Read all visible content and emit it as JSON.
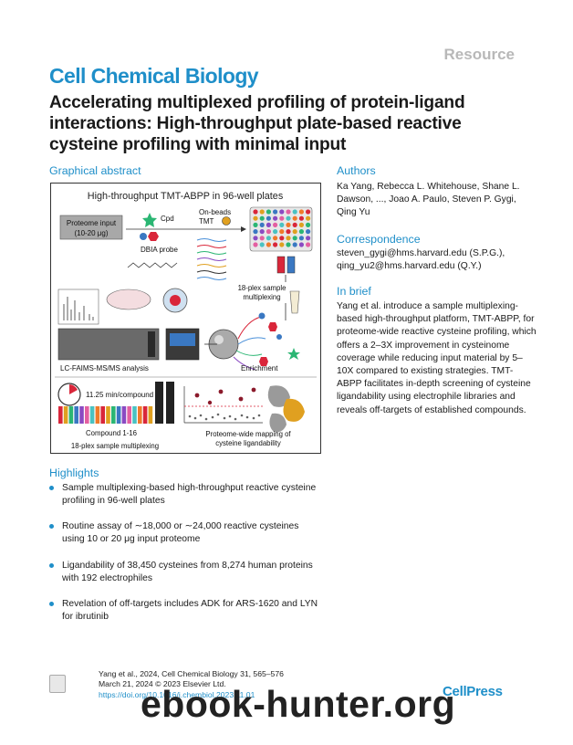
{
  "header": {
    "article_type": "Resource",
    "journal": "Cell Chemical Biology",
    "title": "Accelerating multiplexed profiling of protein-ligand interactions: High-throughput plate-based reactive cysteine profiling with minimal input"
  },
  "graphical_abstract": {
    "heading": "Graphical abstract",
    "box_title": "High-throughput TMT-ABPP in 96-well plates",
    "proteome_input_line1": "Proteome input",
    "proteome_input_line2": "(10-20 μg)",
    "cpd": "Cpd",
    "dbia_probe": "DBIA probe",
    "on_beads_line1": "On-beads",
    "on_beads_line2": "TMT",
    "sample_plex_line1": "18-plex sample",
    "sample_plex_line2": "multiplexing",
    "lc_label": "LC-FAIMS-MS/MS analysis",
    "enrichment": "Enrichment",
    "time_per_compound": "11.25 min/compound",
    "compound_range": "Compound 1-16",
    "plex_bottom": "18-plex sample multiplexing",
    "mapping_line1": "Proteome-wide mapping of",
    "mapping_line2": "cysteine ligandability"
  },
  "authors": {
    "heading": "Authors",
    "text": "Ka Yang, Rebecca L. Whitehouse, Shane L. Dawson, ..., Joao A. Paulo, Steven P. Gygi, Qing Yu"
  },
  "correspondence": {
    "heading": "Correspondence",
    "line1": "steven_gygi@hms.harvard.edu (S.P.G.),",
    "line2": "qing_yu2@hms.harvard.edu (Q.Y.)"
  },
  "in_brief": {
    "heading": "In brief",
    "text": "Yang et al. introduce a sample multiplexing-based high-throughput platform, TMT-ABPP, for proteome-wide reactive cysteine profiling, which offers a 2–3X improvement in cysteinome coverage while reducing input material by 5–10X compared to existing strategies. TMT-ABPP facilitates in-depth screening of cysteine ligandability using electrophile libraries and reveals off-targets of established compounds."
  },
  "highlights": {
    "heading": "Highlights",
    "items": [
      "Sample multiplexing-based high-throughput reactive cysteine profiling in 96-well plates",
      "Routine assay of ∼18,000 or ∼24,000 reactive cysteines using 10 or 20 μg input proteome",
      "Ligandability of 38,450 cysteines from 8,274 human proteins with 192 electrophiles",
      "Revelation of off-targets includes ADK for ARS-1620 and LYN for ibrutinib"
    ]
  },
  "footer": {
    "citation_line1": "Yang et al., 2024, Cell Chemical Biology 31, 565–576",
    "citation_line2": "March 21, 2024 © 2023 Elsevier Ltd.",
    "doi": "https://doi.org/10.1016/j.chembiol.2023.11.01",
    "publisher": "CellPress",
    "watermark": "ebook-hunter.org"
  },
  "colors": {
    "accent": "#1f8fc9",
    "resource_gray": "#b8b8b8"
  }
}
